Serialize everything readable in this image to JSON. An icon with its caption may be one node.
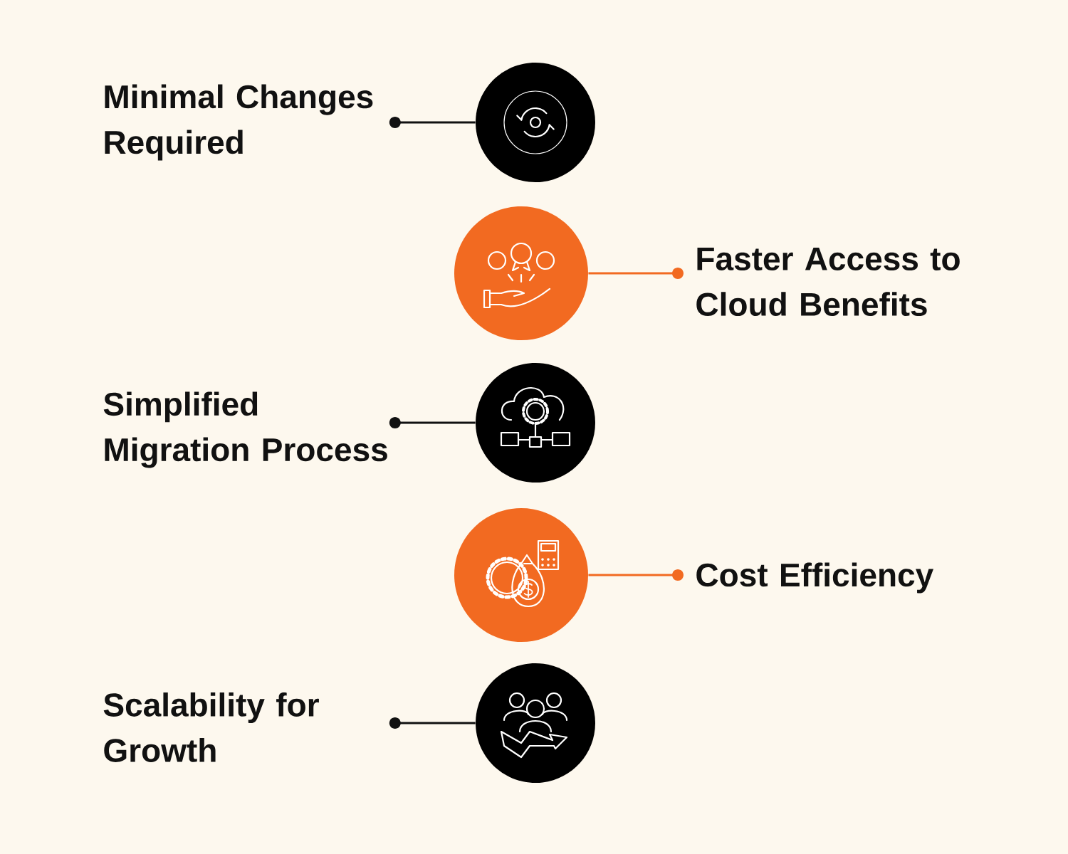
{
  "diagram": {
    "nodes": [
      {
        "text": [
          "Minimal Changes Required"
        ]
      },
      {
        "text": [],
        "shape": "circle"
      },
      {
        "text": [],
        "shape": "circle"
      },
      {
        "text": [
          "Faster Access to Cloud Benefits"
        ]
      },
      {
        "text": [
          "Simplified Migration Process"
        ]
      },
      {
        "text": [],
        "shape": "circle"
      },
      {
        "text": [],
        "shape": "circle"
      },
      {
        "text": [
          "Cost Efficiency"
        ]
      },
      {
        "text": [
          "Scalability for Growth"
        ]
      },
      {
        "text": [],
        "shape": "circle"
      }
    ],
    "edges": [
      {
        "from": 0,
        "to": 1,
        "arrow": "other"
      },
      {
        "from": 3,
        "to": 2,
        "arrow": "other",
        "color": "#f26a21"
      },
      {
        "from": 4,
        "to": 5,
        "arrow": "other"
      },
      {
        "from": 7,
        "to": 6,
        "arrow": "other",
        "color": "#f26a21"
      },
      {
        "from": 8,
        "to": 9,
        "arrow": "other"
      }
    ]
  }
}
